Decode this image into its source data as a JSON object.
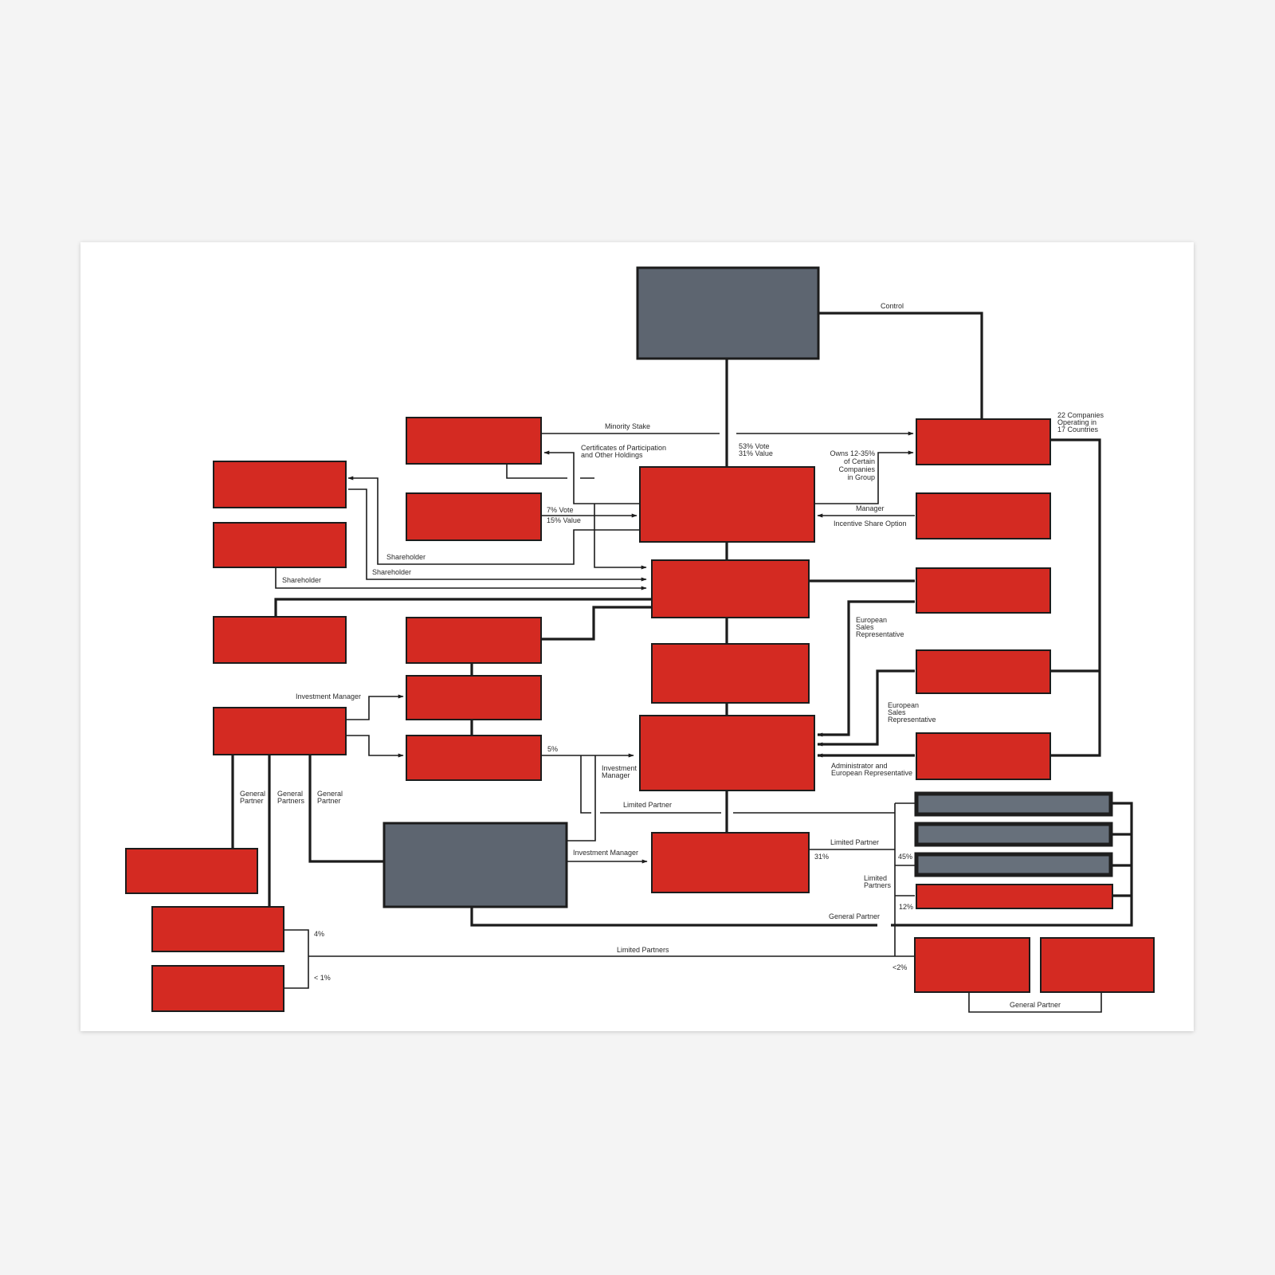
{
  "diagram": {
    "title": "Corporate ownership structure diagram",
    "colors": {
      "entity_red": "#d42a22",
      "entity_grey": "#5d6570",
      "line": "#1c1c1c",
      "background": "#ffffff"
    },
    "labels": {
      "control": "Control",
      "companies_1": "22 Companies",
      "companies_2": "Operating in",
      "companies_3": "17 Countries",
      "minority_stake": "Minority Stake",
      "certificates_1": "Certificates of Participation",
      "certificates_2": "and Other Holdings",
      "vote53": "53% Vote",
      "value31": "31% Value",
      "owns_1": "Owns 12-35%",
      "owns_2": "of Certain",
      "owns_3": "Companies",
      "owns_4": "in Group",
      "vote7": "7% Vote",
      "value15": "15% Value",
      "manager": "Manager",
      "incentive": "Incentive Share Option",
      "shareholder_a": "Shareholder",
      "shareholder_b": "Shareholder",
      "shareholder_c": "Shareholder",
      "euro_sales_1a": "European",
      "euro_sales_1b": "Sales",
      "euro_sales_1c": "Representative",
      "euro_sales_2a": "European",
      "euro_sales_2b": "Sales",
      "euro_sales_2c": "Representative",
      "investment_manager_top": "Investment Manager",
      "pct5": "5%",
      "investment_manager_a": "Investment",
      "investment_manager_b": "Manager",
      "admin_1": "Administrator and",
      "admin_2": "European Representative",
      "general_partner_1a": "General",
      "general_partner_1b": "Partner",
      "general_partners_a": "General",
      "general_partners_b": "Partners",
      "general_partner_2a": "General",
      "general_partner_2b": "Partner",
      "limited_partner_mid": "Limited Partner",
      "investment_manager_grey": "Investment Manager",
      "limited_partner_right": "Limited Partner",
      "pct31": "31%",
      "pct45": "45%",
      "limited_partners_a": "Limited",
      "limited_partners_b": "Partners",
      "pct12": "12%",
      "general_partner_bottom": "General Partner",
      "pct4": "4%",
      "pct_lt1": "< 1%",
      "limited_partners_bottom": "Limited Partners",
      "pct_lt2": "<2%",
      "general_partner_br": "General Partner"
    },
    "entities": [
      {
        "id": "top-holding",
        "color": "grey"
      },
      {
        "id": "central-company",
        "color": "red"
      },
      {
        "id": "group-subsidiaries",
        "color": "red"
      },
      {
        "id": "total-22-companies",
        "color": "red"
      },
      {
        "id": "fund-investments",
        "color": "red"
      }
    ]
  }
}
